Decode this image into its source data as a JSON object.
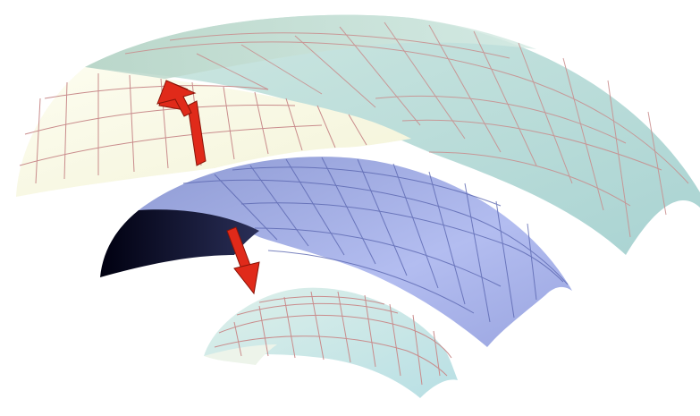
{
  "diagram": {
    "surfaces": [
      {
        "name": "large-shell",
        "colors": {
          "inner": "#fbfbe6",
          "top": "#c7e2d8",
          "outer": "#bfe2dd",
          "grid": "#c98c8c"
        }
      },
      {
        "name": "middle-shell",
        "colors": {
          "inner": "#10142e",
          "top": "#9aa6dc",
          "outer": "#a6b3ea",
          "grid": "#4e5aa8"
        }
      },
      {
        "name": "small-shell",
        "colors": {
          "inner": "#eef5ef",
          "top": "#cfe6e6",
          "outer": "#c4e6ea",
          "grid": "#c98c8c"
        }
      }
    ],
    "arrows": [
      {
        "name": "up-arrow",
        "direction": "up",
        "color": "#e02a1a"
      },
      {
        "name": "down-arrow",
        "direction": "down",
        "color": "#e02a1a"
      }
    ]
  }
}
